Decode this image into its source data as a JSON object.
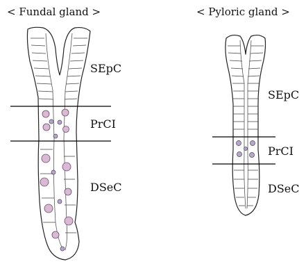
{
  "fundal": {
    "title": "< Fundal gland >",
    "zones": [
      "SEpC",
      "PrCI",
      "DSeC"
    ]
  },
  "pyloric": {
    "title": "< Pyloric gland >",
    "zones": [
      "SEpC",
      "PrCI",
      "DSeC"
    ]
  },
  "colors": {
    "fundal_fill_top": "#ffffff",
    "fundal_fill_mid": "#f2e6ef",
    "fundal_fill_bottom": "#c9c3dd",
    "pyloric_fill_top": "#ffffff",
    "pyloric_fill_bottom": "#f5eccf",
    "nucleus": "#d9b9d3"
  }
}
